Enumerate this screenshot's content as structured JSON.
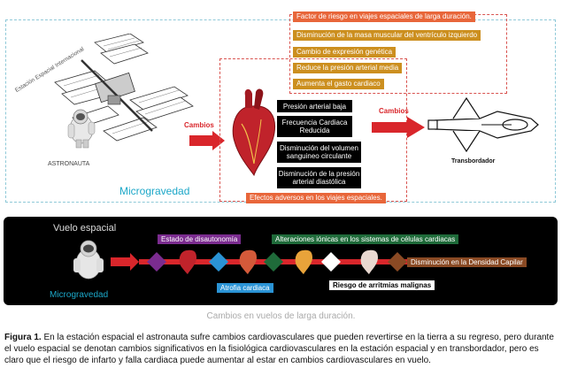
{
  "top": {
    "station_label": "Estación Espacial Internacional",
    "astronaut_label": "ASTRONAUTA",
    "microgravity_label": "Microgravedad",
    "changes_left": "Cambios",
    "changes_right": "Cambios",
    "shuttle_label": "Transbordador",
    "risk_factor_title": "Factor de riesgo en viajes espaciales de larga duración.",
    "risk_items": [
      "Disminución de la masa muscular del ventrículo izquierdo",
      "Cambio de expresión genética",
      "Reduce la presión arterial media",
      "Aumenta  el gasto cardiaco"
    ],
    "effects": [
      "Presión arterial baja",
      "Frecuencia Cardiaca\nReducida",
      "Disminución del volumen\nsanguineo circulante",
      "Disminución de la presión\narterial diastólica"
    ],
    "adverse_effects": "Efectos adversos en los viajes espaciales."
  },
  "bottom": {
    "title": "Vuelo espacial",
    "microgravity_label": "Microgravedad",
    "dysautonomia": "Estado de disautonomía",
    "ionic": "Alteraciones iónicas en los sistemas de células cardiacas",
    "atrophy": "Atrofia cardiaca",
    "arrhythmia": "Riesgo de arritmias malignas",
    "capillary": "Disminución  en la Densidad Capilar",
    "colors": {
      "purple": "#7b2c8f",
      "blue": "#2a93d5",
      "green": "#1f6b3a",
      "orange": "#e8a33a",
      "brown": "#8a4a24"
    }
  },
  "caption": {
    "subtitle": "Cambios en vuelos de larga duración.",
    "figure_label": "Figura 1.",
    "text": " En la estación espacial el astronauta sufre cambios cardiovasculares que pueden revertirse en la tierra a su regreso, pero durante el vuelo espacial se denotan cambios significativos en la fisiológica cardiovasculares en la estación espacial y en transbordador, pero es claro que el riesgo de infarto y falla cardiaca puede aumentar al estar en cambios cardiovasculares en vuelo."
  }
}
